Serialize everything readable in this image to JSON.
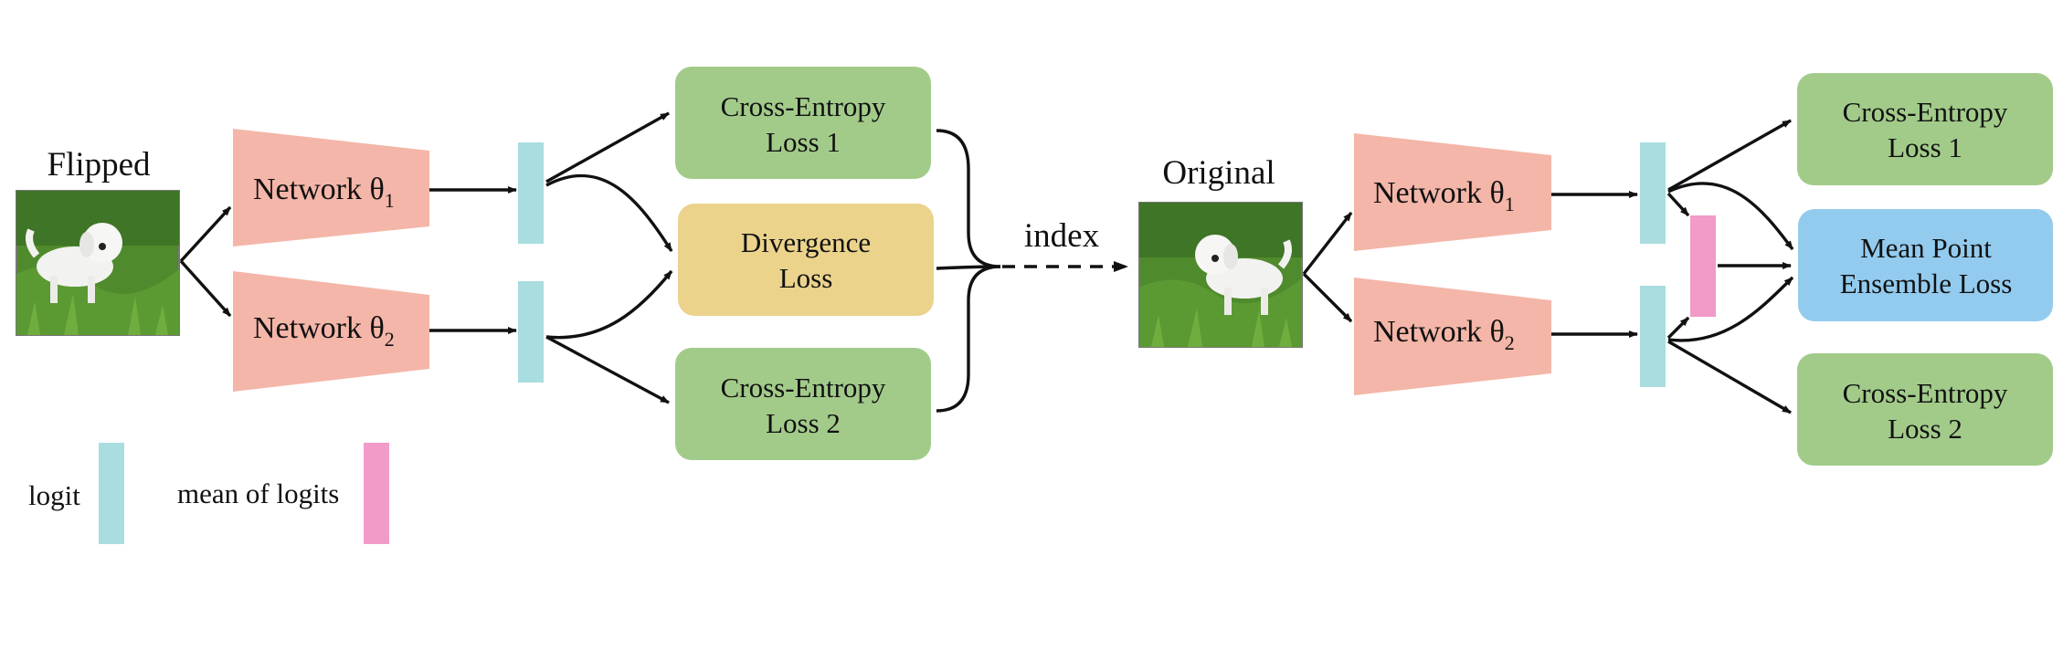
{
  "left": {
    "image_title": "Flipped",
    "net1": {
      "name": "Network θ",
      "subscript": "1"
    },
    "net2": {
      "name": "Network θ",
      "subscript": "2"
    },
    "ce1": [
      "Cross-Entropy",
      "Loss 1"
    ],
    "div": [
      "Divergence",
      "Loss"
    ],
    "ce2": [
      "Cross-Entropy",
      "Loss 2"
    ]
  },
  "connector": {
    "label": "index"
  },
  "right": {
    "image_title": "Original",
    "net1": {
      "name": "Network θ",
      "subscript": "1"
    },
    "net2": {
      "name": "Network θ",
      "subscript": "2"
    },
    "ce1": [
      "Cross-Entropy",
      "Loss 1"
    ],
    "mpe": [
      "Mean Point",
      "Ensemble Loss"
    ],
    "ce2": [
      "Cross-Entropy",
      "Loss 2"
    ]
  },
  "legend": {
    "logit": "logit",
    "mean": "mean of logits"
  },
  "colors": {
    "network": "#f4b6a8",
    "logit": "#a9dde0",
    "mean_logit": "#f29ac8",
    "cross_entropy": "#a2cb8a",
    "divergence": "#ebd38c",
    "mean_point": "#93cbef",
    "image_grass": "#4f8a2c",
    "arrow": "#111111"
  }
}
